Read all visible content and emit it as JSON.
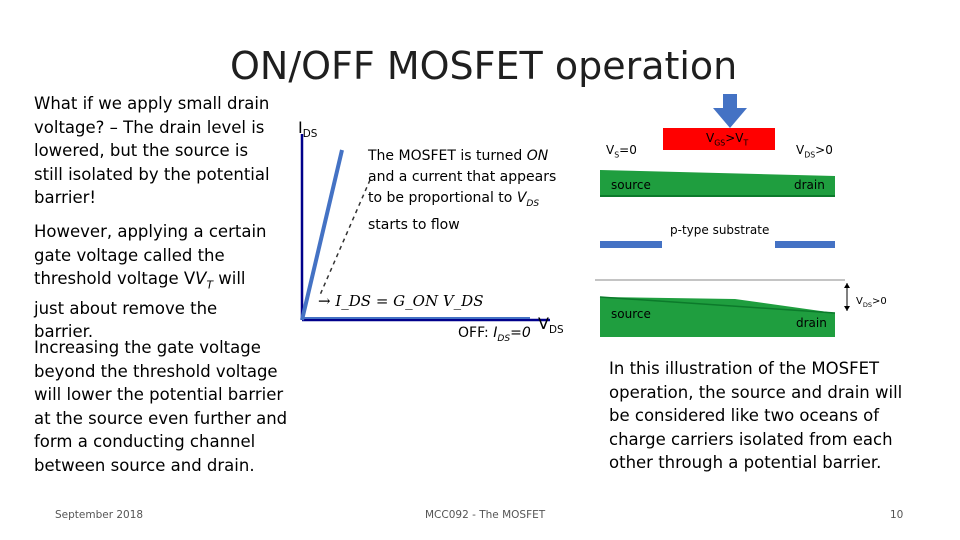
{
  "title": "ON/OFF MOSFET operation",
  "left_text": {
    "para1": "What if we apply small drain voltage? – The drain level is lowered, but the source is still isolated by the potential barrier!",
    "para2_before": "However, applying a certain gate voltage called the threshold voltage V",
    "para2_sub": "T",
    "para2_after": " will just about remove the barrier.",
    "para3": "Increasing the gate voltage beyond the threshold voltage will lower the potential barrier at the source even further and form a conducting channel between source and drain."
  },
  "graph": {
    "y_label_main": "I",
    "y_label_sub": "DS",
    "x_label_main": "V",
    "x_label_sub": "DS",
    "on_line1_before": "The MOSFET is turned ",
    "on_word": "ON",
    "on_line2": "and a current that appears",
    "on_line3_before": "to be proportional to ",
    "on_line3_v": "V",
    "on_line3_sub": "DS",
    "on_line4": "starts to flow",
    "equation": "→ I_DS = G_ON V_DS",
    "off_label_before": "OFF: ",
    "off_label_i": "I",
    "off_label_sub": "DS",
    "off_label_after": "=0"
  },
  "band1": {
    "vs_label": "V",
    "vs_sub": "S",
    "vs_after": "=0",
    "gate_label": "V",
    "gate_sub": "GS",
    "gate_after": ">V",
    "gate_sub2": "T",
    "vds_label": "V",
    "vds_sub": "DS",
    "vds_after": ">0",
    "source": "source",
    "drain": "drain",
    "substrate": "p-type substrate"
  },
  "band2": {
    "source": "source",
    "drain": "drain",
    "vds_label": "V",
    "vds_sub": "DS",
    "vds_after": ">0"
  },
  "right_text": "In this illustration of the MOSFET operation, the source and drain will be considered like two oceans of charge carriers isolated from each other through a potential barrier.",
  "footer": {
    "date": "September 2018",
    "course": "MCC092 - The MOSFET",
    "page": "10"
  },
  "colors": {
    "green": "#1f9e3f",
    "dark_green": "#0c7a2b",
    "blue": "#4472c4",
    "red": "#ff0000",
    "navy": "#00008b"
  }
}
